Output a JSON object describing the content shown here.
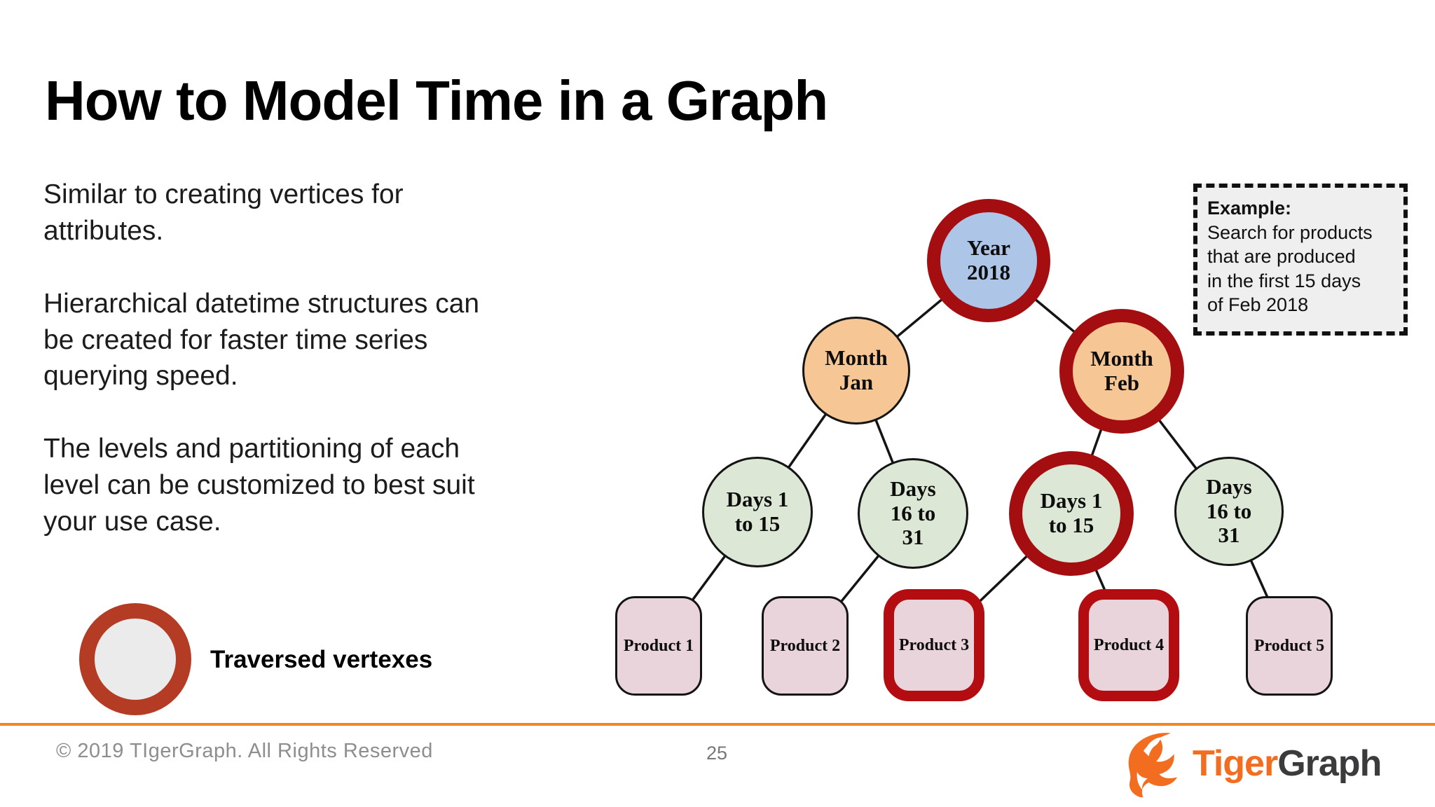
{
  "slide": {
    "title": "How to Model Time in a Graph",
    "paragraphs": [
      "Similar to creating vertices for\nattributes.",
      "Hierarchical datetime structures can\nbe created for faster time series\nquerying speed.",
      "The levels and partitioning of each\nlevel can be customized to best suit\nyour use case."
    ],
    "legend": {
      "label": "Traversed vertexes"
    }
  },
  "example_box": {
    "heading": "Example:",
    "lines": [
      "Search for products",
      "that are produced",
      "in the first 15 days",
      "of Feb 2018"
    ]
  },
  "diagram": {
    "nodes": {
      "year": {
        "label": "Year\n2018",
        "traversed": true
      },
      "month_jan": {
        "label": "Month\nJan",
        "traversed": false
      },
      "month_feb": {
        "label": "Month\nFeb",
        "traversed": true
      },
      "days_jan_1_15": {
        "label": "Days 1\nto 15",
        "traversed": false
      },
      "days_jan_16_31": {
        "label": "Days\n16 to\n31",
        "traversed": false
      },
      "days_feb_1_15": {
        "label": "Days 1\nto 15",
        "traversed": true
      },
      "days_feb_16_31": {
        "label": "Days\n16 to\n31",
        "traversed": false
      },
      "product_1": {
        "label": "Product 1",
        "traversed": false
      },
      "product_2": {
        "label": "Product 2",
        "traversed": false
      },
      "product_3": {
        "label": "Product 3",
        "traversed": true
      },
      "product_4": {
        "label": "Product 4",
        "traversed": true
      },
      "product_5": {
        "label": "Product 5",
        "traversed": false
      }
    },
    "edges": [
      [
        "year",
        "month_jan"
      ],
      [
        "year",
        "month_feb"
      ],
      [
        "month_jan",
        "days_jan_1_15"
      ],
      [
        "month_jan",
        "days_jan_16_31"
      ],
      [
        "month_feb",
        "days_feb_1_15"
      ],
      [
        "month_feb",
        "days_feb_16_31"
      ],
      [
        "days_jan_1_15",
        "product_1"
      ],
      [
        "days_jan_16_31",
        "product_2"
      ],
      [
        "days_feb_1_15",
        "product_3"
      ],
      [
        "days_feb_1_15",
        "product_4"
      ],
      [
        "days_feb_16_31",
        "product_5"
      ]
    ]
  },
  "footer": {
    "copyright": "© 2019 TIgerGraph. All Rights Reserved",
    "page_number": "25",
    "logo_text_orange": "Tiger",
    "logo_text_dark": "Graph"
  },
  "colors": {
    "traversed_ring": "#a50e11",
    "product_traversed_ring": "#b30d12",
    "legend_ring": "#b43b24",
    "year_fill": "#adc6e8",
    "month_fill": "#f6c795",
    "days_fill": "#dce8d5",
    "product_fill": "#ead4dc",
    "example_box_bg": "#efefef",
    "accent_line": "#ee8622",
    "logo_orange": "#f36d21",
    "logo_dark": "#3b3b3d"
  }
}
